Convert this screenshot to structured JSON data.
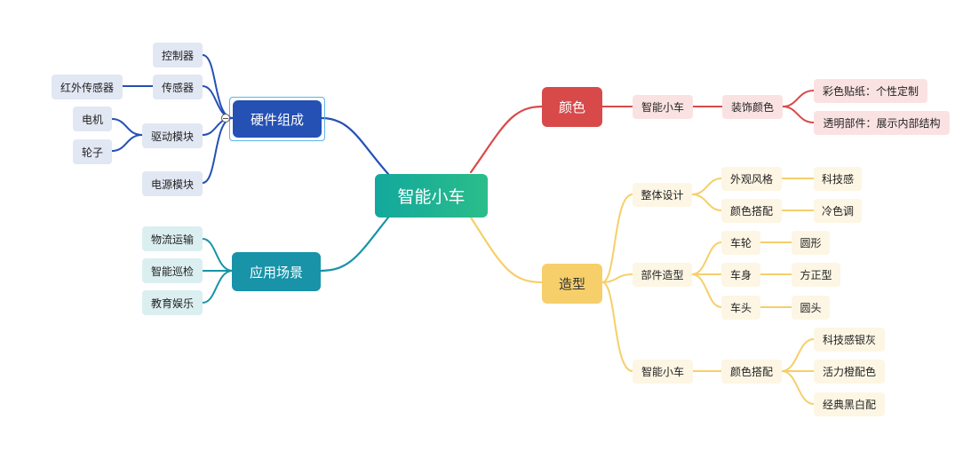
{
  "mindmap": {
    "root": "智能小车",
    "hardware": {
      "title": "硬件组成",
      "controller": "控制器",
      "sensor": "传感器",
      "ir_sensor": "红外传感器",
      "drive_module": "驱动模块",
      "motor": "电机",
      "wheel": "轮子",
      "power_module": "电源模块"
    },
    "application": {
      "title": "应用场景",
      "logistics": "物流运输",
      "inspection": "智能巡检",
      "education": "教育娱乐"
    },
    "color": {
      "title": "颜色",
      "car": "智能小车",
      "decor": "装饰颜色",
      "sticker": "彩色贴纸：个性定制",
      "transparent": "透明部件：展示内部结构"
    },
    "shape": {
      "title": "造型",
      "overall": "整体设计",
      "appearance": "外观风格",
      "tech": "科技感",
      "color_match": "颜色搭配",
      "cool": "冷色调",
      "parts": "部件造型",
      "wheel": "车轮",
      "round": "圆形",
      "body": "车身",
      "square": "方正型",
      "head": "车头",
      "rounded": "圆头",
      "car": "智能小车",
      "color_match2": "颜色搭配",
      "silver": "科技感银灰",
      "orange": "活力橙配色",
      "bw": "经典黑白配"
    }
  },
  "colors": {
    "hardware": "#2550b4",
    "application": "#1893a8",
    "color": "#d84a4a",
    "shape": "#f6cf6a",
    "selection": "#5ab4e8"
  }
}
